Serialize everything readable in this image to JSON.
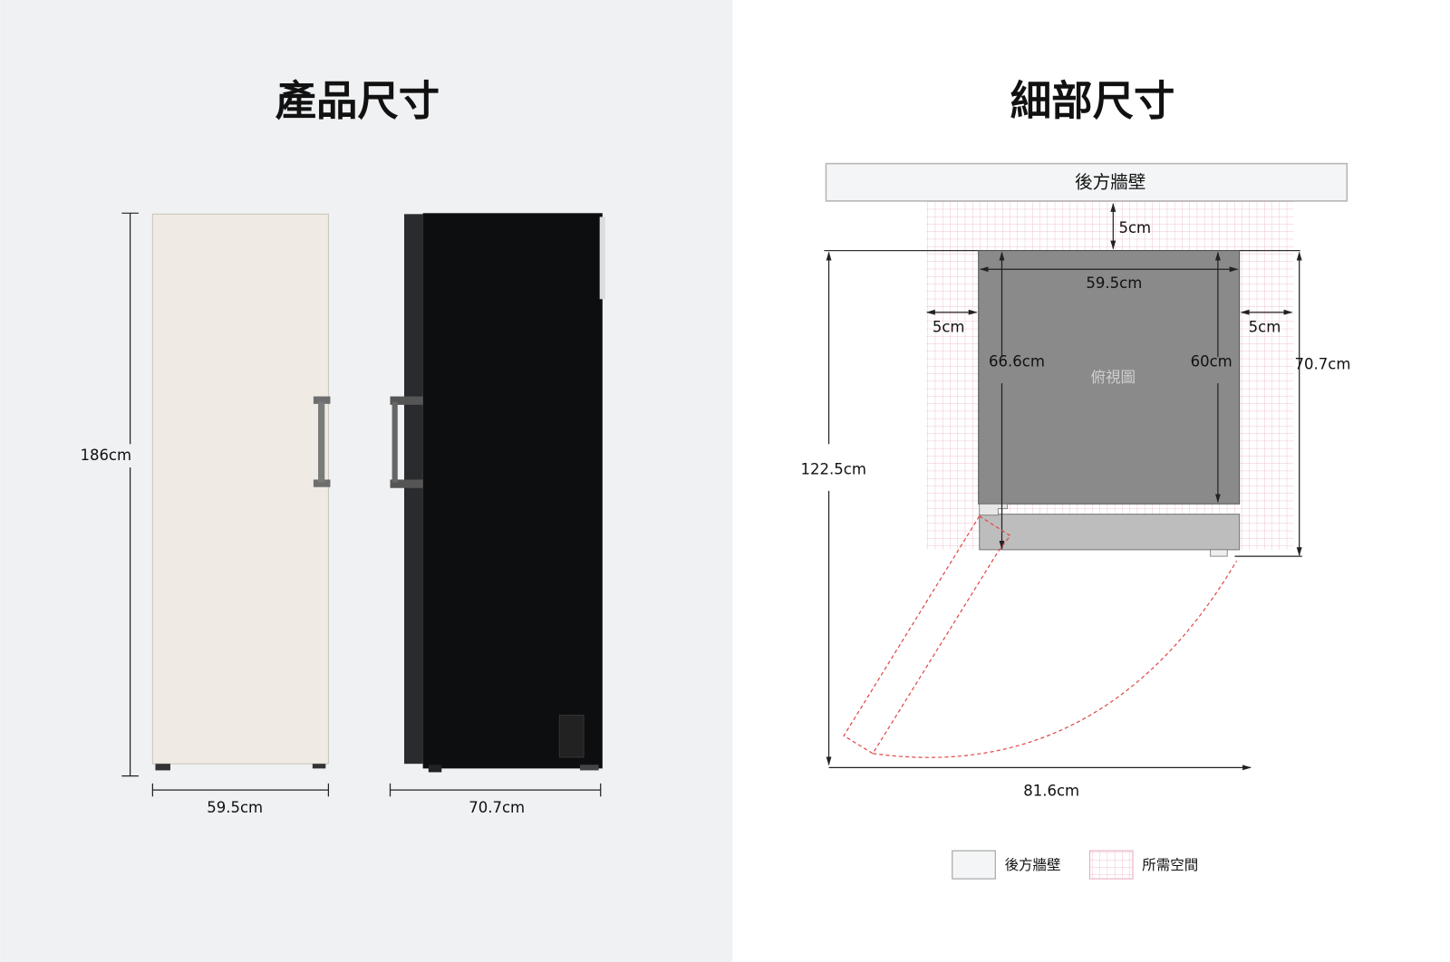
{
  "left_panel": {
    "title": "產品尺寸",
    "height_label": "186cm",
    "front_width_label": "59.5cm",
    "side_depth_label": "70.7cm",
    "colors": {
      "background": "#f0f1f3",
      "front_door": "#efebe4",
      "side_body": "#0d0e10"
    }
  },
  "right_panel": {
    "title": "細部尺寸",
    "wall_label": "後方牆壁",
    "top_view_label": "俯視圖",
    "labels": {
      "rear_gap": "5cm",
      "width": "59.5cm",
      "left_gap": "5cm",
      "right_gap": "5cm",
      "depth_with_door": "66.6cm",
      "body_depth": "60cm",
      "total_depth": "70.7cm",
      "door_open_depth": "122.5cm",
      "door_open_width": "81.6cm"
    },
    "legend": [
      {
        "label": "後方牆壁",
        "swatch": "wall"
      },
      {
        "label": "所需空間",
        "swatch": "grid"
      }
    ],
    "colors": {
      "body": "#8a8a8a",
      "door": "#bdbdbd",
      "grid": "#e8a9c0",
      "swing": "#e04a4a"
    }
  }
}
